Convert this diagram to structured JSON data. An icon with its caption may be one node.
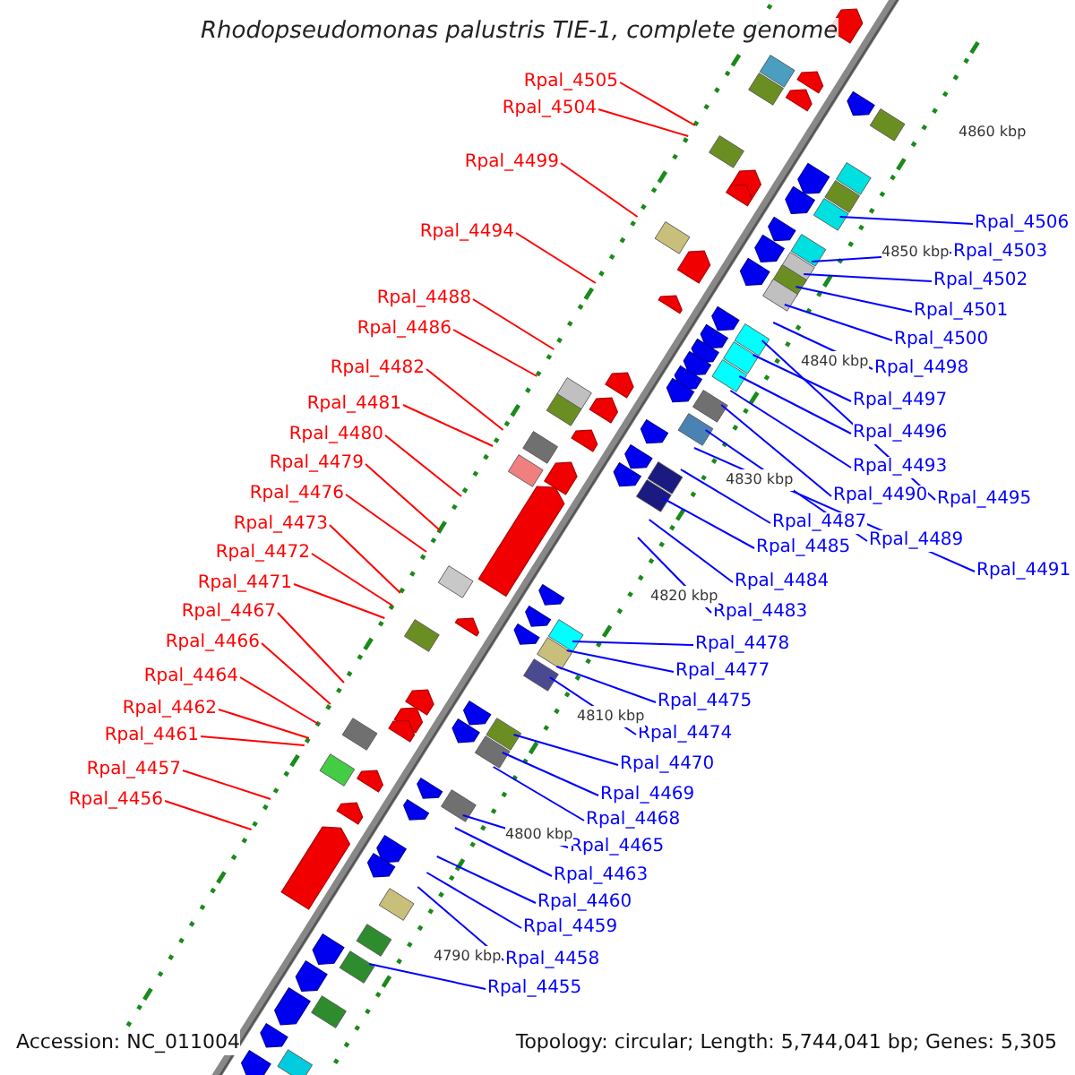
{
  "diagram": {
    "title": "Rhodopseudomonas palustris TIE-1, complete genome",
    "nodes": [
      {
        "text": [
          "Rpal_4505"
        ]
      },
      {
        "text": [
          "Rpal_4504"
        ]
      },
      {
        "text": [
          "Rpal_4499"
        ]
      },
      {
        "text": [
          "Rpal_4494"
        ]
      },
      {
        "text": [
          "Rpal_4488"
        ]
      },
      {
        "text": [
          "Rpal_4486"
        ]
      },
      {
        "text": [
          "Rpal_4482"
        ]
      },
      {
        "text": [
          "Rpal_4481"
        ]
      },
      {
        "text": [
          "Rpal_4480"
        ]
      },
      {
        "text": [
          "Rpal_4479"
        ]
      },
      {
        "text": [
          "Rpal_4476"
        ]
      },
      {
        "text": [
          "Rpal_4473"
        ]
      },
      {
        "text": [
          "Rpal_4472"
        ]
      },
      {
        "text": [
          "Rpal_4471"
        ]
      },
      {
        "text": [
          "Rpal_4467"
        ]
      },
      {
        "text": [
          "Rpal_4466"
        ]
      },
      {
        "text": [
          "Rpal_4464"
        ]
      },
      {
        "text": [
          "Rpal_4462"
        ]
      },
      {
        "text": [
          "Rpal_4461"
        ]
      },
      {
        "text": [
          "Rpal_4457"
        ]
      },
      {
        "text": [
          "Rpal_4456"
        ]
      },
      {
        "text": [
          "Rpal_4506"
        ]
      },
      {
        "text": [
          "Rpal_4503"
        ]
      },
      {
        "text": [
          "Rpal_4502"
        ]
      },
      {
        "text": [
          "Rpal_4501"
        ]
      },
      {
        "text": [
          "Rpal_4500"
        ]
      },
      {
        "text": [
          "Rpal_4498"
        ]
      },
      {
        "text": [
          "Rpal_4497"
        ]
      },
      {
        "text": [
          "Rpal_4496"
        ]
      },
      {
        "text": [
          "Rpal_4493"
        ]
      },
      {
        "text": [
          "Rpal_4490"
        ]
      },
      {
        "text": [
          "Rpal_4495"
        ]
      },
      {
        "text": [
          "Rpal_4487"
        ]
      },
      {
        "text": [
          "Rpal_4489"
        ]
      },
      {
        "text": [
          "Rpal_4491"
        ]
      },
      {
        "text": [
          "Rpal_4485"
        ]
      },
      {
        "text": [
          "Rpal_4484"
        ]
      },
      {
        "text": [
          "Rpal_4483"
        ]
      },
      {
        "text": [
          "Rpal_4478"
        ]
      },
      {
        "text": [
          "Rpal_4477"
        ]
      },
      {
        "text": [
          "Rpal_4475"
        ]
      },
      {
        "text": [
          "Rpal_4474"
        ]
      },
      {
        "text": [
          "Rpal_4470"
        ]
      },
      {
        "text": [
          "Rpal_4469"
        ]
      },
      {
        "text": [
          "Rpal_4468"
        ]
      },
      {
        "text": [
          "Rpal_4465"
        ]
      },
      {
        "text": [
          "Rpal_4463"
        ]
      },
      {
        "text": [
          "Rpal_4460"
        ]
      },
      {
        "text": [
          "Rpal_4459"
        ]
      },
      {
        "text": [
          "Rpal_4458"
        ]
      },
      {
        "text": [
          "Rpal_4455"
        ]
      }
    ],
    "edges": [
      {
        "from": 0,
        "to": null,
        "arrow": "none",
        "color": "#ff0000"
      },
      {
        "from": 1,
        "to": null,
        "arrow": "none",
        "color": "#ff0000"
      },
      {
        "from": 2,
        "to": null,
        "arrow": "none",
        "color": "#ff0000"
      },
      {
        "from": 3,
        "to": null,
        "arrow": "none",
        "color": "#ff0000"
      },
      {
        "from": 4,
        "to": null,
        "arrow": "none",
        "color": "#ff0000"
      },
      {
        "from": 5,
        "to": null,
        "arrow": "none",
        "color": "#ff0000"
      },
      {
        "from": 6,
        "to": null,
        "arrow": "none",
        "color": "#ff0000"
      },
      {
        "from": 7,
        "to": null,
        "arrow": "none",
        "color": "#ff0000"
      },
      {
        "from": 8,
        "to": null,
        "arrow": "none",
        "color": "#ff0000"
      },
      {
        "from": 9,
        "to": null,
        "arrow": "none",
        "color": "#ff0000"
      },
      {
        "from": 10,
        "to": null,
        "arrow": "none",
        "color": "#ff0000"
      },
      {
        "from": 11,
        "to": null,
        "arrow": "none",
        "color": "#ff0000"
      },
      {
        "from": 12,
        "to": null,
        "arrow": "none",
        "color": "#ff0000"
      },
      {
        "from": 13,
        "to": null,
        "arrow": "none",
        "color": "#ff0000"
      },
      {
        "from": 14,
        "to": null,
        "arrow": "none",
        "color": "#ff0000"
      },
      {
        "from": 15,
        "to": null,
        "arrow": "none",
        "color": "#ff0000"
      },
      {
        "from": 16,
        "to": null,
        "arrow": "none",
        "color": "#ff0000"
      },
      {
        "from": 17,
        "to": null,
        "arrow": "none",
        "color": "#ff0000"
      },
      {
        "from": 18,
        "to": null,
        "arrow": "none",
        "color": "#ff0000"
      },
      {
        "from": 19,
        "to": null,
        "arrow": "none",
        "color": "#ff0000"
      },
      {
        "from": 20,
        "to": null,
        "arrow": "none",
        "color": "#ff0000"
      },
      {
        "from": 21,
        "to": null,
        "arrow": "none"
      },
      {
        "from": 22,
        "to": null,
        "arrow": "none"
      },
      {
        "from": 23,
        "to": null,
        "arrow": "none"
      },
      {
        "from": 24,
        "to": null,
        "arrow": "none"
      },
      {
        "from": 25,
        "to": null,
        "arrow": "none"
      },
      {
        "from": 26,
        "to": null,
        "arrow": "none"
      },
      {
        "from": 27,
        "to": null,
        "arrow": "none"
      },
      {
        "from": 28,
        "to": null,
        "arrow": "none"
      },
      {
        "from": 29,
        "to": null,
        "arrow": "none"
      },
      {
        "from": 30,
        "to": null,
        "arrow": "none"
      },
      {
        "from": 31,
        "to": null,
        "arrow": "none"
      },
      {
        "from": 32,
        "to": null,
        "arrow": "none"
      },
      {
        "from": 33,
        "to": null,
        "arrow": "none"
      },
      {
        "from": 34,
        "to": null,
        "arrow": "none"
      },
      {
        "from": 35,
        "to": null,
        "arrow": "none"
      },
      {
        "from": 36,
        "to": null,
        "arrow": "none"
      },
      {
        "from": 37,
        "to": null,
        "arrow": "none"
      },
      {
        "from": 38,
        "to": null,
        "arrow": "none"
      },
      {
        "from": 39,
        "to": null,
        "arrow": "none"
      },
      {
        "from": 40,
        "to": null,
        "arrow": "none"
      },
      {
        "from": 41,
        "to": null,
        "arrow": "none"
      },
      {
        "from": 42,
        "to": null,
        "arrow": "none"
      },
      {
        "from": 43,
        "to": null,
        "arrow": "none"
      },
      {
        "from": 44,
        "to": null,
        "arrow": "none"
      },
      {
        "from": 45,
        "to": null,
        "arrow": "none"
      },
      {
        "from": 46,
        "to": null,
        "arrow": "none"
      },
      {
        "from": 47,
        "to": null,
        "arrow": "none"
      },
      {
        "from": 48,
        "to": null,
        "arrow": "none"
      },
      {
        "from": 49,
        "to": null,
        "arrow": "none"
      },
      {
        "from": 50,
        "to": null,
        "arrow": "none"
      }
    ],
    "labels": [
      "4860 kbp",
      "4850 kbp",
      "4840 kbp",
      "4830 kbp",
      "4820 kbp",
      "4810 kbp",
      "4800 kbp",
      "4790 kbp",
      "Accession: NC_011004",
      "Topology: circular; Length: 5,744,041 bp; Genes: 5,305"
    ]
  }
}
